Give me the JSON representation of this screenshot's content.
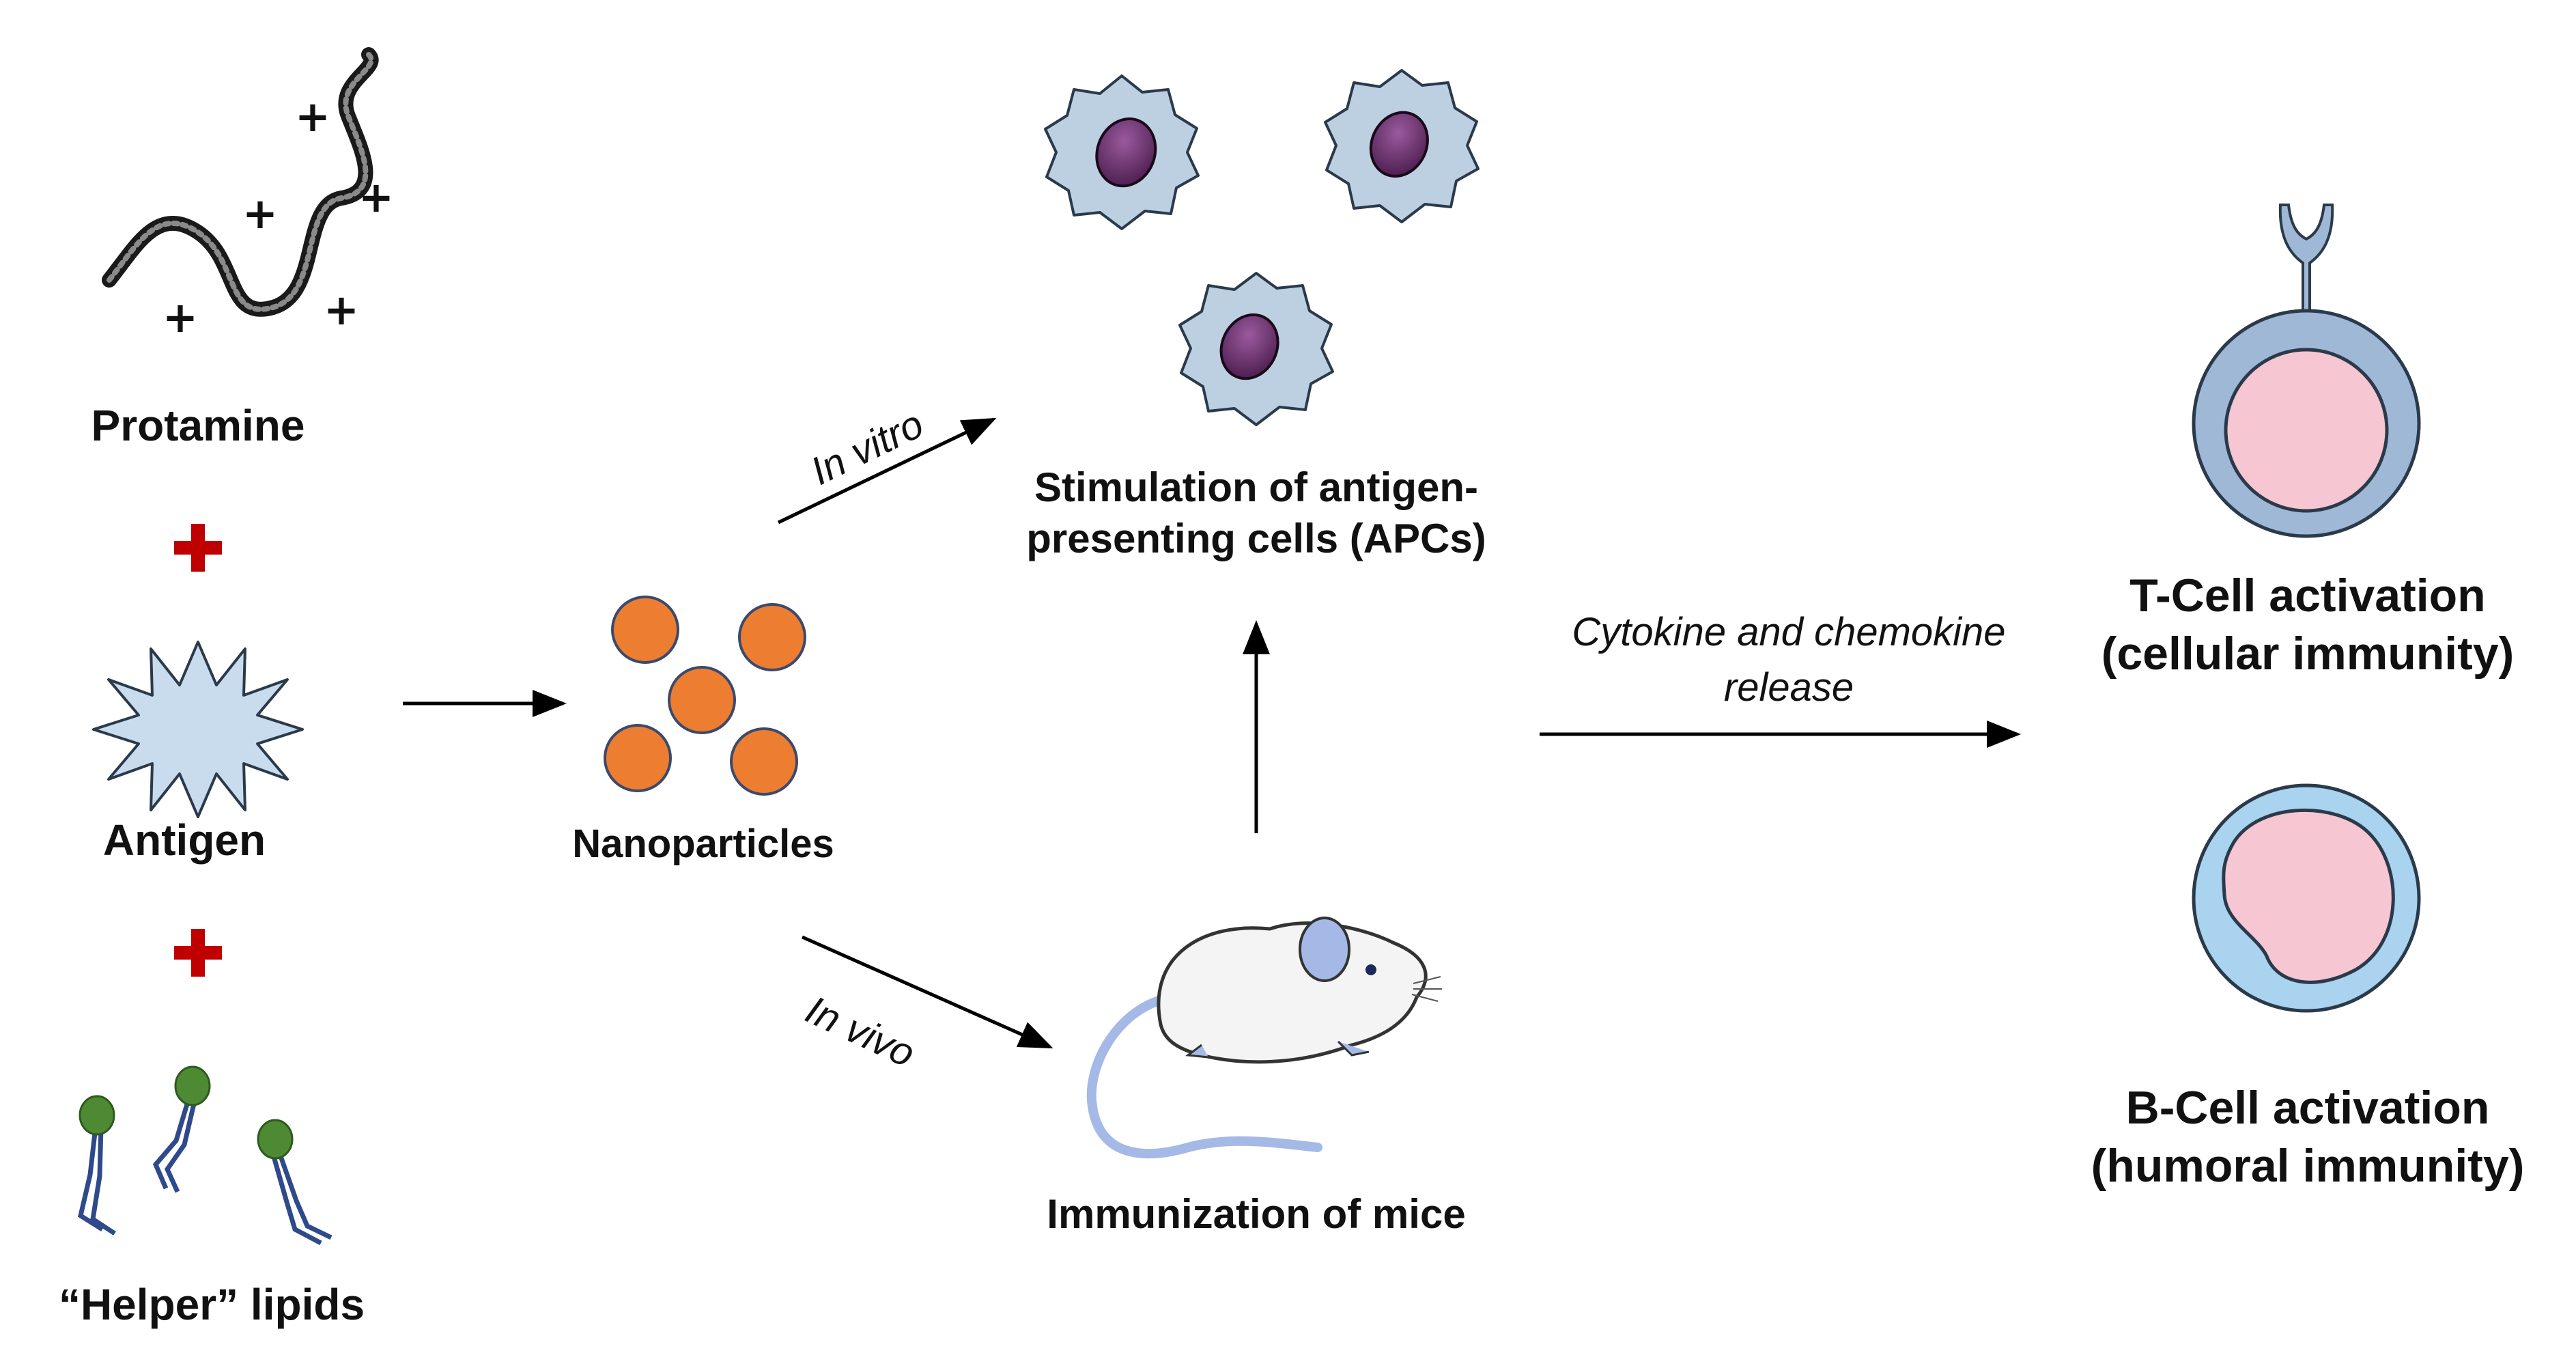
{
  "labels": {
    "protamine": "Protamine",
    "antigen": "Antigen",
    "helper_lipids": "“Helper” lipids",
    "nanoparticles": "Nanoparticles",
    "apc_line1": "Stimulation of antigen-",
    "apc_line2": "presenting cells (APCs)",
    "immunization": "Immunization of mice",
    "tcell_line1": "T-Cell activation",
    "tcell_line2": "(cellular immunity)",
    "bcell_line1": "B-Cell activation",
    "bcell_line2": "(humoral immunity)"
  },
  "arrow_labels": {
    "in_vitro": "In vitro",
    "in_vivo": "In vivo",
    "cytokine_line1": "Cytokine and chemokine",
    "cytokine_line2": "release"
  },
  "symbols": {
    "plus": "+"
  },
  "colors": {
    "red_plus": "#c00000",
    "nanoparticle": "#ed7d31",
    "apc_cell": "#bcd0e2",
    "apc_nucleus": "#6b2d6b",
    "antigen": "#c9dcee",
    "lipid_head": "#4e8a34",
    "lipid_tail": "#2f4a8a",
    "t_cell_outer": "#9fb8d6",
    "t_cell_inner": "#f7c6d3",
    "b_cell_outer": "#a9d3ee",
    "b_cell_inner": "#f7c6d3",
    "mouse_body": "#f4f4f4",
    "mouse_accent": "#a4b9e6"
  }
}
